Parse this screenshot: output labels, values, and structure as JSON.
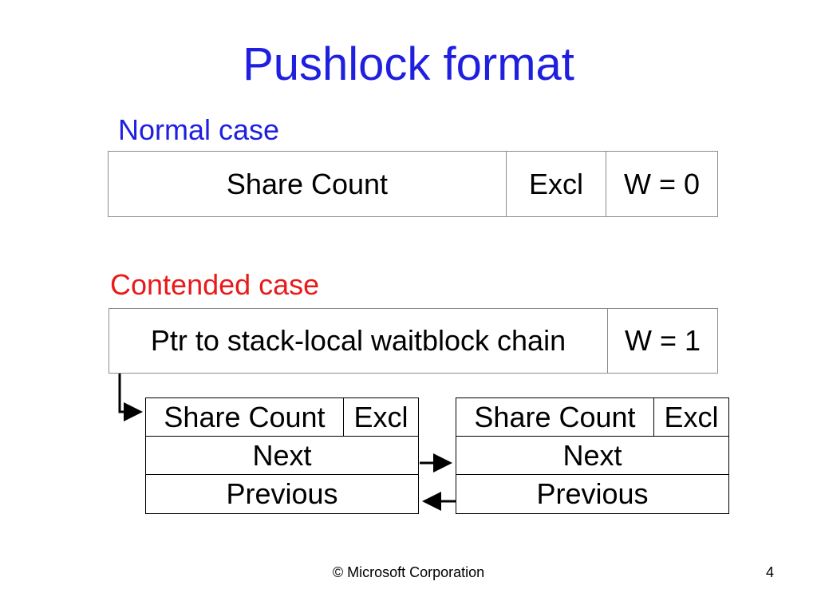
{
  "slide": {
    "title": "Pushlock format",
    "footer": "© Microsoft Corporation",
    "page_number": "4"
  },
  "normal_case": {
    "label": "Normal case",
    "label_color": "#1f1fe0",
    "fields": {
      "share_count": "Share Count",
      "excl": "Excl",
      "w": "W = 0"
    }
  },
  "contended_case": {
    "label": "Contended case",
    "label_color": "#e81a1a",
    "fields": {
      "ptr": "Ptr to stack-local waitblock chain",
      "w": "W = 1"
    }
  },
  "waitblocks": [
    {
      "share_count": "Share Count",
      "excl": "Excl",
      "next": "Next",
      "previous": "Previous"
    },
    {
      "share_count": "Share Count",
      "excl": "Excl",
      "next": "Next",
      "previous": "Previous"
    }
  ],
  "colors": {
    "title": "#1f1fe0",
    "normal_label": "#1f1fe0",
    "contended_label": "#e81a1a",
    "field_border": "#8c8c8c",
    "waitblock_border": "#000000"
  }
}
